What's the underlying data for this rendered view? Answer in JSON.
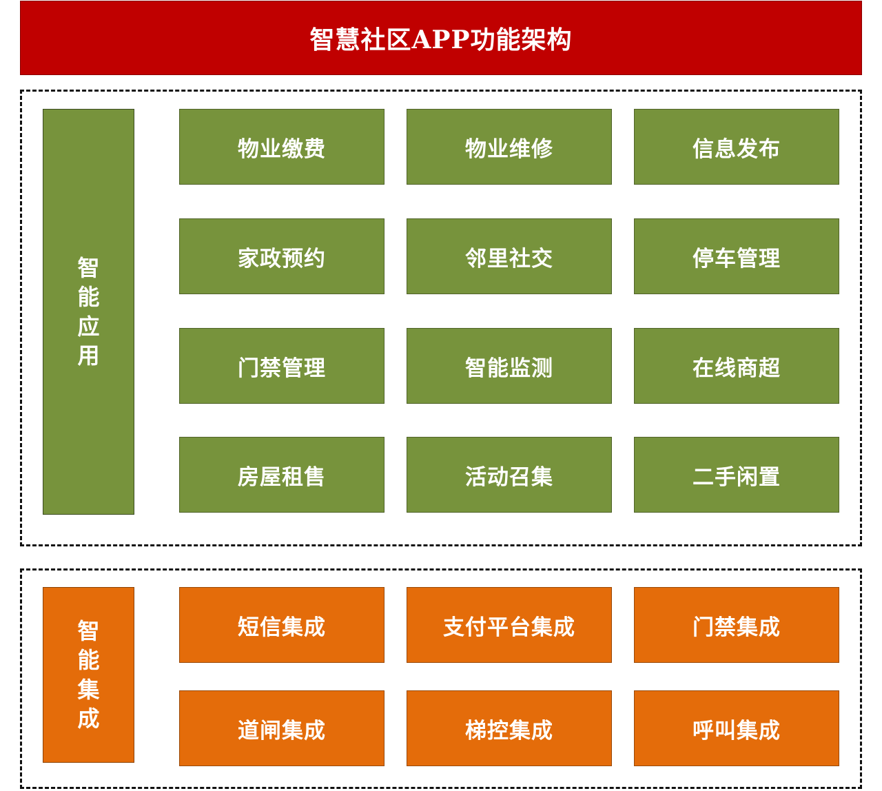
{
  "title": "智慧社区APP功能架构",
  "colors": {
    "title_bg": "#c00000",
    "apps": "#77933c",
    "integration": "#e46c0a"
  },
  "apps": {
    "label": "智能应用",
    "items": [
      "物业缴费",
      "物业维修",
      "信息发布",
      "家政预约",
      "邻里社交",
      "停车管理",
      "门禁管理",
      "智能监测",
      "在线商超",
      "房屋租售",
      "活动召集",
      "二手闲置"
    ]
  },
  "integration": {
    "label": "智能集成",
    "items": [
      "短信集成",
      "支付平台集成",
      "门禁集成",
      "道闸集成",
      "梯控集成",
      "呼叫集成"
    ]
  }
}
